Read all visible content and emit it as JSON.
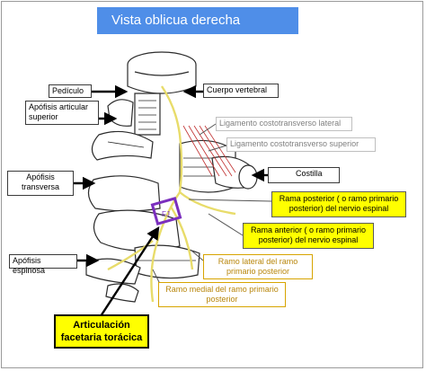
{
  "title": "Vista oblicua derecha",
  "labels": {
    "pediculo": "Pedículo",
    "apofisis_articular_superior": "Apófisis articular superior",
    "apofisis_transversa": "Apófisis transversa",
    "apofisis_espinosa": "Apófisis espinosa",
    "cuerpo_vertebral": "Cuerpo vertebral",
    "ligamento_costotransverso_lateral": "Ligamento costotransverso lateral",
    "ligamento_costotransverso_superior": "Ligamento costotransverso superior",
    "costilla": "Costilla",
    "rama_posterior": "Rama posterior ( o ramo primario posterior) del nervio espinal",
    "rama_anterior": "Rama anterior ( o ramo primario posterior) del nervio espinal",
    "ramo_lateral": "Ramo  lateral del ramo primario posterior",
    "ramo_medial": "Ramo  medial del ramo primario posterior",
    "articulacion_facetaria": "Articulación facetaria torácica",
    "faceta_marker": "FJ"
  },
  "colors": {
    "title_bg": "#4f8ee8",
    "title_text": "#ffffff",
    "highlight_yellow": "#ffff00",
    "gold_text": "#b8860b",
    "gold_border": "#d7a400",
    "gray_text": "#808080",
    "facet_outline": "#7b2fbe",
    "nerve_yellow": "#e8dc6a"
  }
}
